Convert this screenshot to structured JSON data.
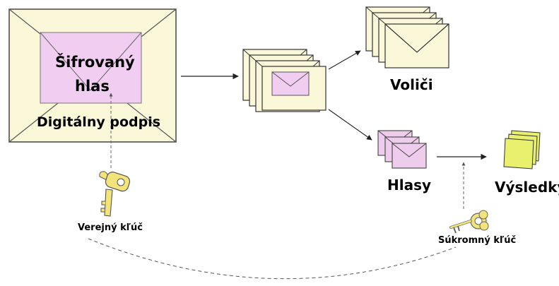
{
  "labels": {
    "encrypted_vote_line1": "Šifrovaný",
    "encrypted_vote_line2": "hlas",
    "digital_signature": "Digitálny podpis",
    "voters": "Voliči",
    "votes": "Hlasy",
    "results": "Výsledky",
    "public_key": "Verejný kľúč",
    "private_key": "Súkromný kľúč"
  },
  "colors": {
    "envelope_fill": "#fbf8da",
    "inner_envelope_fill": "#f1cdf2",
    "vote_envelope_fill": "#eeccec",
    "results_fill": "#e8f06e",
    "key_fill": "#f2e37a",
    "line": "#333333"
  },
  "icons": {
    "public_key": "golden-key-icon",
    "private_key": "ornate-key-icon",
    "results": "document-stack-icon"
  }
}
